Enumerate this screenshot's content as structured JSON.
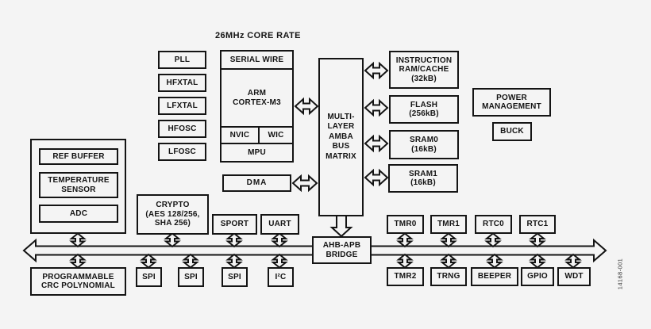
{
  "annotations": {
    "core_rate": "26MHz CORE RATE",
    "figure_number": "14168-001"
  },
  "colors": {
    "ink": "#141414",
    "background": "#f4f4f4"
  },
  "clocks": [
    "PLL",
    "HFXTAL",
    "LFXTAL",
    "HFOSC",
    "LFOSC"
  ],
  "cpu": {
    "serial_wire": "SERIAL WIRE",
    "core": "ARM\nCORTEX-M3",
    "nvic": "NVIC",
    "wic": "WIC",
    "mpu": "MPU"
  },
  "bus_matrix": "MULTI-\nLAYER\nAMBA\nBUS\nMATRIX",
  "dma": "DMA",
  "memories": {
    "instruction_ram": "INSTRUCTION\nRAM/CACHE\n(32kB)",
    "flash": "FLASH\n(256kB)",
    "sram0": "SRAM0\n(16kB)",
    "sram1": "SRAM1\n(16kB)"
  },
  "power": {
    "power_management": "POWER\nMANAGEMENT",
    "buck": "BUCK"
  },
  "analog": {
    "ref_buffer": "REF BUFFER",
    "temperature_sensor": "TEMPERATURE\nSENSOR",
    "adc": "ADC"
  },
  "crypto": "CRYPTO\n(AES 128/256,\nSHA 256)",
  "bridge": "AHB-APB\nBRIDGE",
  "apb_top": [
    "SPORT",
    "UART",
    "TMR0",
    "TMR1",
    "RTC0",
    "RTC1"
  ],
  "apb_bottom": [
    "PROGRAMMABLE\nCRC POLYNOMIAL",
    "SPI",
    "SPI",
    "SPI",
    "I²C",
    "TMR2",
    "TRNG",
    "BEEPER",
    "GPIO",
    "WDT"
  ]
}
